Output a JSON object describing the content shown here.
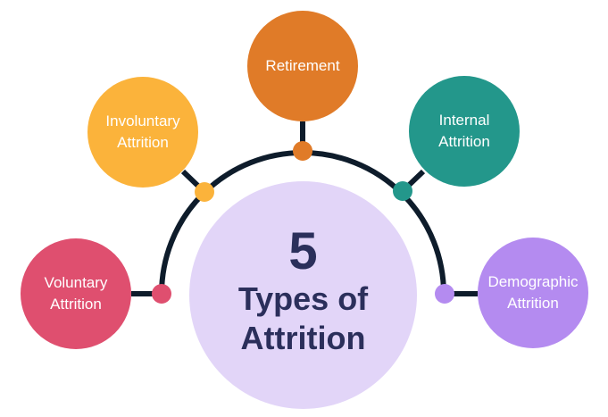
{
  "center": {
    "number": "5",
    "line1": "Types of",
    "line2": "Attrition"
  },
  "bubbles": [
    {
      "label": "Voluntary\nAttrition"
    },
    {
      "label": "Involuntary\nAttrition"
    },
    {
      "label": "Retirement"
    },
    {
      "label": "Internal\nAttrition"
    },
    {
      "label": "Demographic\nAttrition"
    }
  ],
  "colors": {
    "arc": "#0e1c2b",
    "center_fill": "#e2d5f8",
    "center_text": "#2b2f5b",
    "voluntary": "#df4f6f",
    "involuntary": "#fbb33b",
    "retirement": "#e07b28",
    "internal": "#23978b",
    "demographic": "#b48bf0"
  }
}
